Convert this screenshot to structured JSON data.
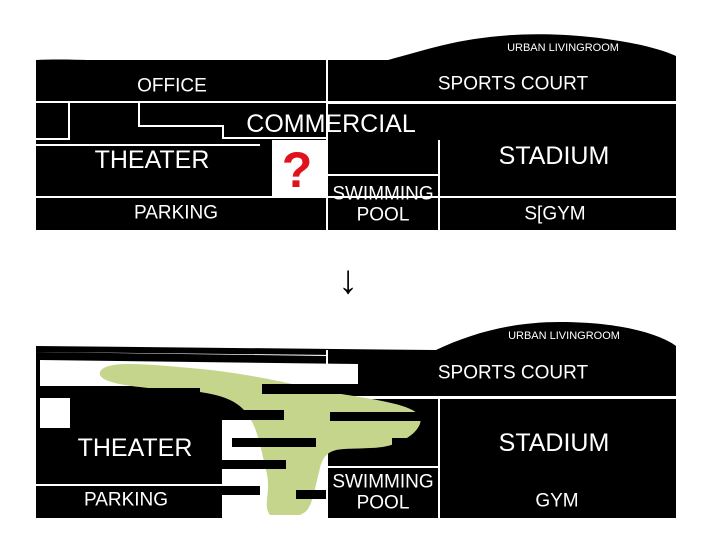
{
  "top_diagram": {
    "urban_livingroom": "URBAN LIVINGROOM",
    "office": "OFFICE",
    "sports_court": "SPORTS COURT",
    "commercial": "COMMERCIAL",
    "theater": "THEATER",
    "question_mark": "?",
    "stadium": "STADIUM",
    "parking": "PARKING",
    "swimming": "SWIMMING",
    "pool": "POOL",
    "gym": "S[GYM"
  },
  "arrow": "↓",
  "bottom_diagram": {
    "urban_livingroom": "URBAN LIVINGROOM",
    "sports_court": "SPORTS COURT",
    "theater": "THEATER",
    "stadium": "STADIUM",
    "swimming": "SWIMMING",
    "pool": "POOL",
    "parking": "PARKING",
    "gym": "GYM"
  },
  "colors": {
    "block": "#000000",
    "background": "#ffffff",
    "question_mark": "#e0121b",
    "void_green": "#c5d68c"
  }
}
